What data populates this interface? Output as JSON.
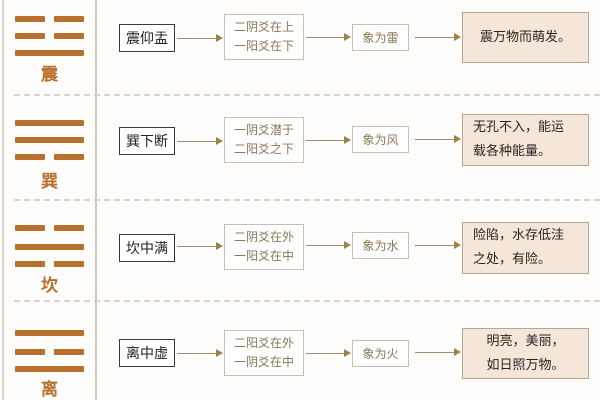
{
  "colors": {
    "trigram": "#b8702c",
    "desc_bg": "#f4e7da",
    "desc_border": "#b8a78e",
    "box_border": "#c7c0b3",
    "muted_text": "#8a7758",
    "arrow": "#a08f72"
  },
  "rows": [
    {
      "trigram_name": "震",
      "lines_top_to_bottom": [
        "broken",
        "broken",
        "solid"
      ],
      "mnemonic": "震仰盂",
      "yao": [
        "二阴爻在上",
        "一阳爻在下"
      ],
      "image": "象为雷",
      "description": [
        "震万物而萌发。"
      ]
    },
    {
      "trigram_name": "巽",
      "lines_top_to_bottom": [
        "solid",
        "solid",
        "broken"
      ],
      "mnemonic": "巽下断",
      "yao": [
        "一阴爻潜于",
        "二阳爻之下"
      ],
      "image": "象为风",
      "description": [
        "无孔不入，能运",
        "载各种能量。"
      ]
    },
    {
      "trigram_name": "坎",
      "lines_top_to_bottom": [
        "broken",
        "solid",
        "broken"
      ],
      "mnemonic": "坎中满",
      "yao": [
        "二阴爻在外",
        "一阳爻在中"
      ],
      "image": "象为水",
      "description": [
        "险陷，水存低洼",
        "之处，有险。"
      ]
    },
    {
      "trigram_name": "离",
      "lines_top_to_bottom": [
        "solid",
        "broken",
        "solid"
      ],
      "mnemonic": "离中虚",
      "yao": [
        "二阳爻在外",
        "一阴爻在中"
      ],
      "image": "象为火",
      "description": [
        "明亮，美丽，",
        "如日照万物。"
      ]
    }
  ]
}
